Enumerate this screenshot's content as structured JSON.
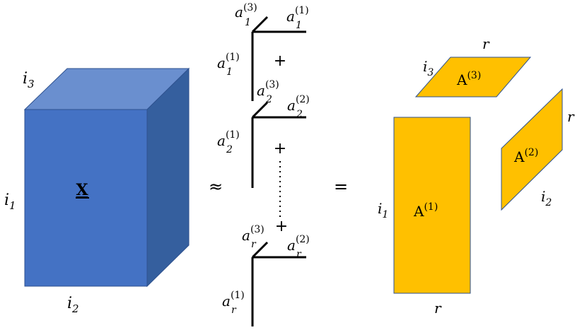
{
  "tensor": {
    "name": "X",
    "face_color": "#4472C4",
    "top_color": "#6A8FCF",
    "side_color": "#355F9E",
    "dim1": {
      "base": "i",
      "sub": "1"
    },
    "dim2": {
      "base": "i",
      "sub": "2"
    },
    "dim3": {
      "base": "i",
      "sub": "3"
    }
  },
  "approx_symbol": "≈",
  "equals_symbol": "=",
  "plus_symbol": "+",
  "rank_one_terms": [
    {
      "a1": {
        "base": "a",
        "sub": "1",
        "sup": "(1)"
      },
      "a2": {
        "base": "a",
        "sub": "1",
        "sup": "(1)"
      },
      "a3": {
        "base": "a",
        "sub": "1",
        "sup": "(3)"
      }
    },
    {
      "a1": {
        "base": "a",
        "sub": "2",
        "sup": "(1)"
      },
      "a2": {
        "base": "a",
        "sub": "2",
        "sup": "(2)"
      },
      "a3": {
        "base": "a",
        "sub": "2",
        "sup": "(3)"
      }
    },
    {
      "a1": {
        "base": "a",
        "sub": "r",
        "sup": "(1)"
      },
      "a2": {
        "base": "a",
        "sub": "r",
        "sup": "(2)"
      },
      "a3": {
        "base": "a",
        "sub": "r",
        "sup": "(3)"
      }
    }
  ],
  "factors": {
    "color": "#FFC000",
    "A1": {
      "base": "A",
      "sup": "(1)",
      "rows": {
        "base": "i",
        "sub": "1"
      },
      "cols": "r"
    },
    "A2": {
      "base": "A",
      "sup": "(2)",
      "rows": {
        "base": "i",
        "sub": "2"
      },
      "cols": "r"
    },
    "A3": {
      "base": "A",
      "sup": "(3)",
      "rows": {
        "base": "i",
        "sub": "3"
      },
      "cols": "r"
    }
  }
}
